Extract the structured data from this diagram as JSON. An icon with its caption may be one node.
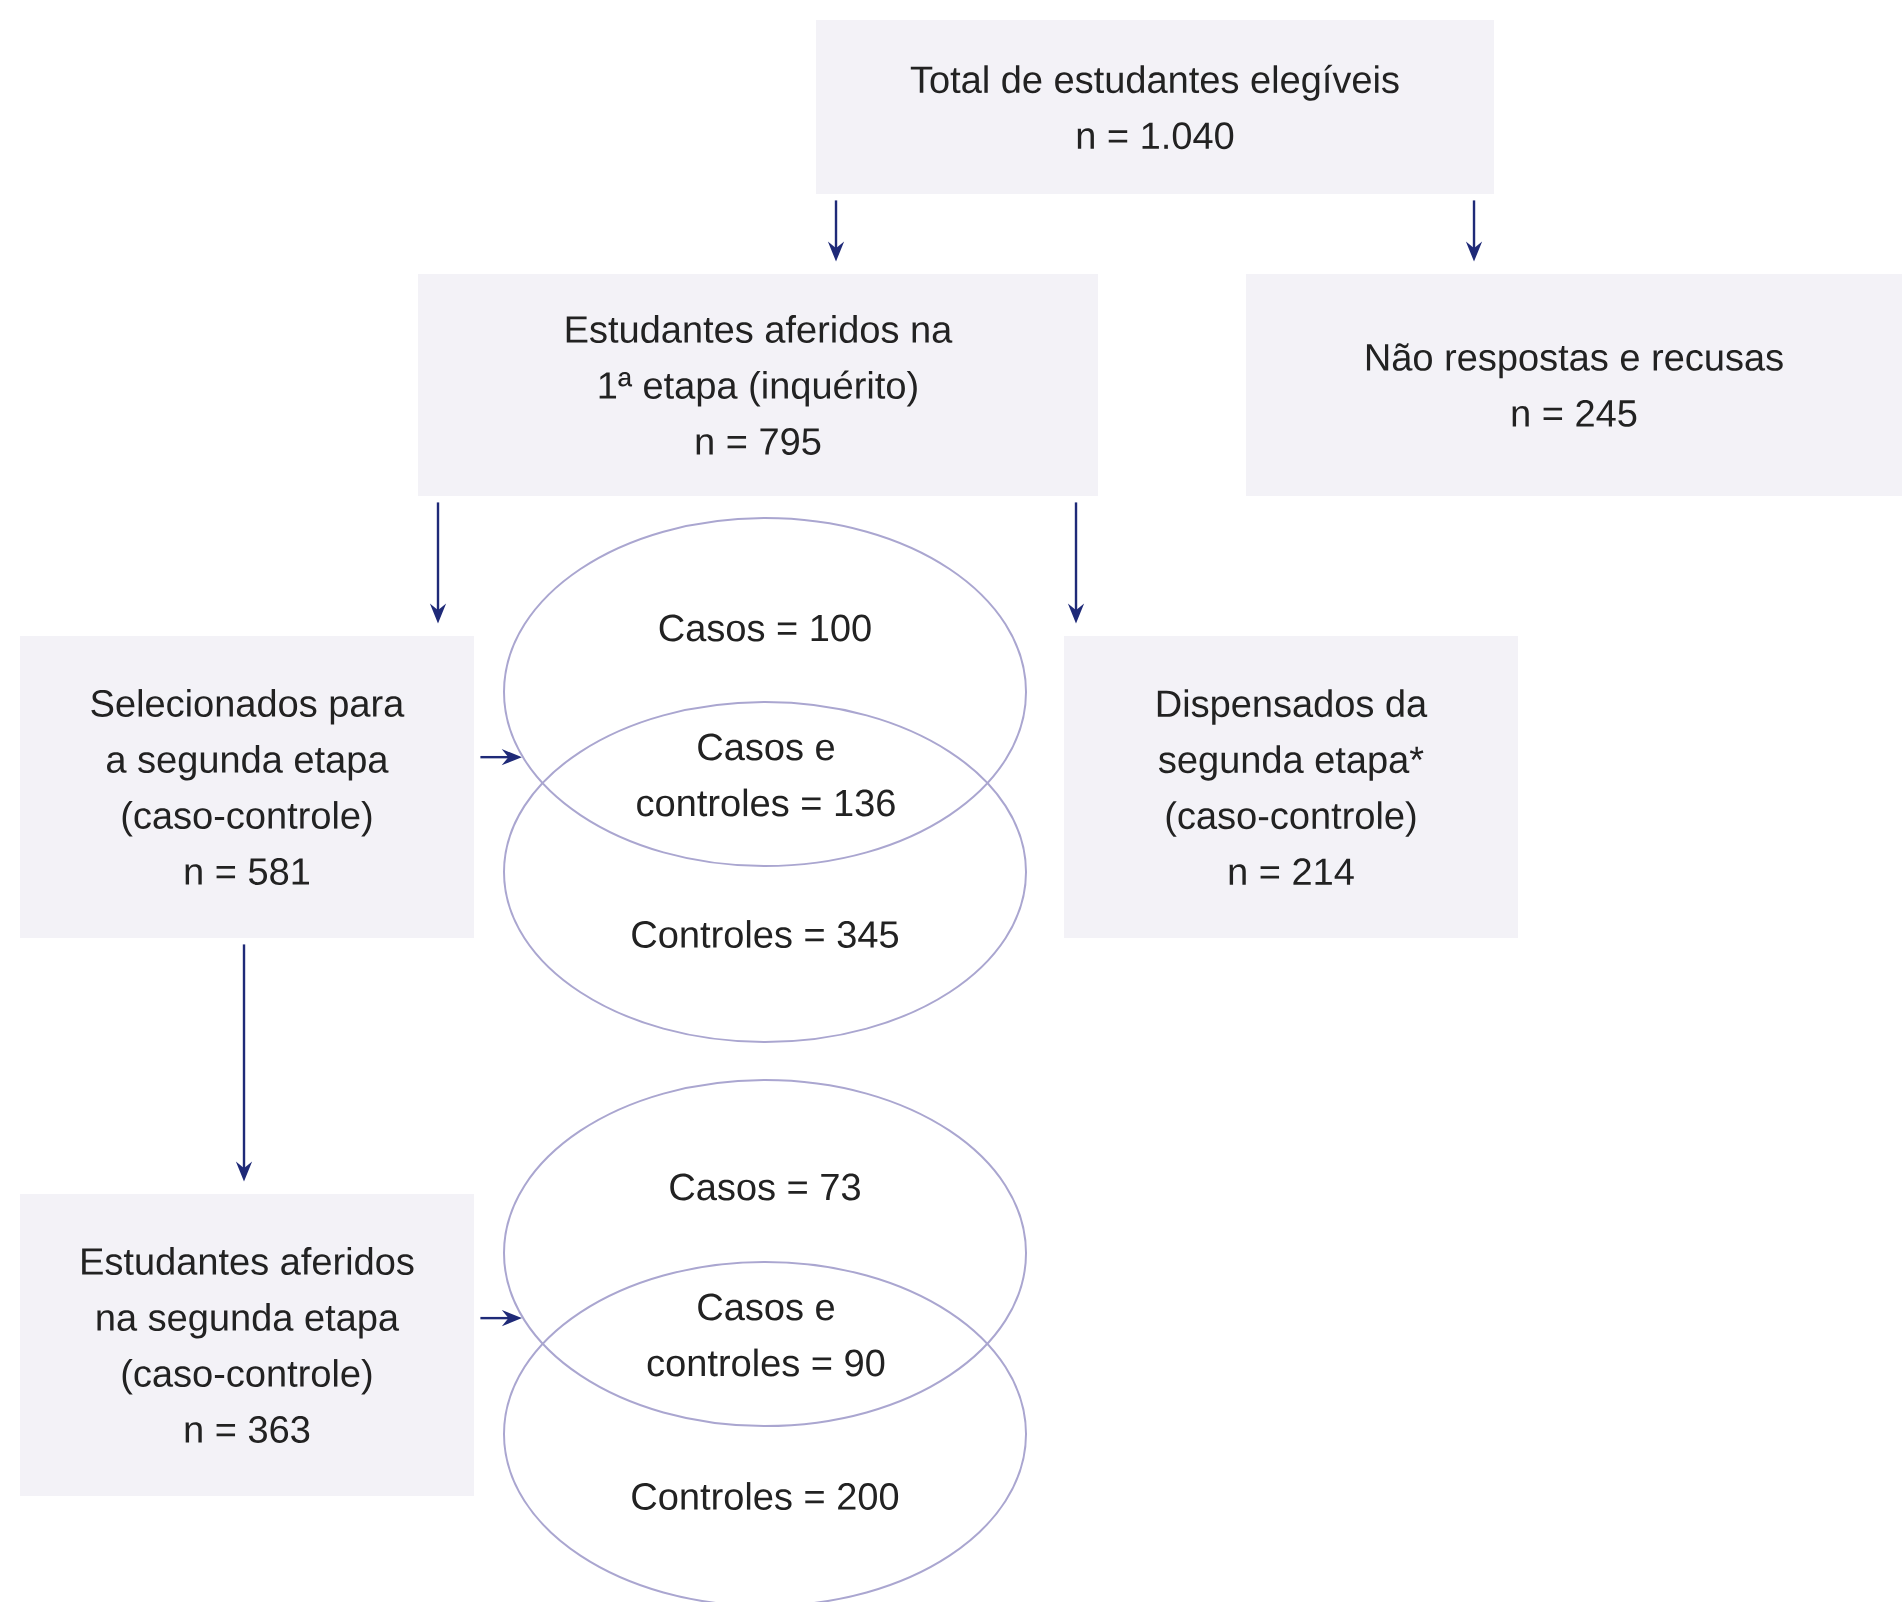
{
  "diagram": {
    "nodes": [
      {
        "text": [
          "Total de estudantes elegíveis",
          "n = 1.040"
        ]
      },
      {
        "text": [
          "Estudantes aferidos na 1ª etapa (inquérito)",
          "n = 795"
        ]
      },
      {
        "text": [
          "Não respostas e recusas",
          "n = 245"
        ]
      },
      {
        "text": [
          "Selecionados para a segunda etapa (caso-controle)",
          "n = 581"
        ]
      },
      {
        "text": [
          "Casos = 100"
        ]
      },
      {
        "text": [
          "Controles = 345"
        ]
      },
      {
        "text": [
          "Casos e controles = 136"
        ]
      },
      {
        "text": [
          "Dispensados da segunda etapa* (caso-controle)",
          "n = 214"
        ]
      },
      {
        "text": [
          "Estudantes aferidos na segunda etapa (caso-controle)",
          "n = 363"
        ]
      },
      {
        "text": [
          "Casos = 73"
        ]
      },
      {
        "text": [
          "Controles = 200"
        ]
      },
      {
        "text": [
          "Casos e controles = 90"
        ]
      }
    ],
    "edges": [
      {
        "from": 0,
        "to": 1,
        "arrow": "to"
      },
      {
        "from": 0,
        "to": 2,
        "arrow": "to"
      },
      {
        "from": 1,
        "to": 3,
        "arrow": "to"
      },
      {
        "from": 1,
        "to": 7,
        "arrow": "to"
      },
      {
        "from": 3,
        "to": 4,
        "arrow": "to"
      },
      {
        "from": 3,
        "to": 8,
        "arrow": "to"
      },
      {
        "from": 8,
        "to": 9,
        "arrow": "to"
      }
    ]
  }
}
